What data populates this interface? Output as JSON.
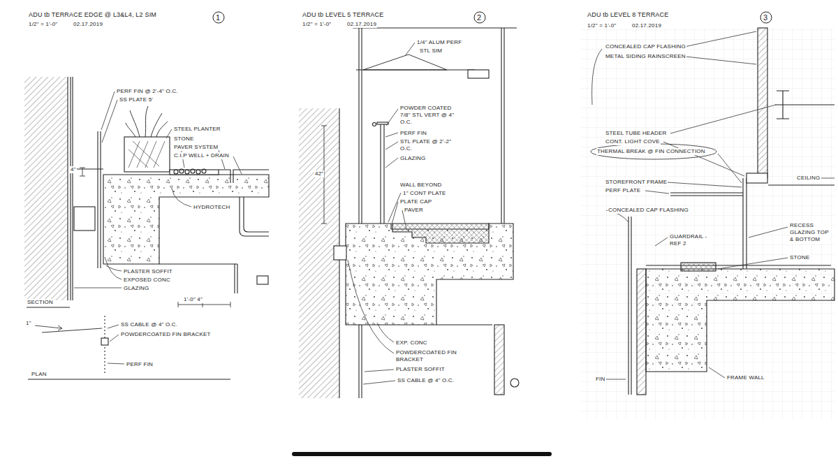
{
  "diagram": {
    "labels": [
      "ADU tb TERRACE EDGE @ L3&L4, L2 SIM",
      "1/2\" = 1'-0\"",
      "02.17.2019",
      "1",
      "PERF FIN @ 2'-4\" O.C.",
      "SS PLATE 5'",
      "STEEL PLANTER",
      "STONE",
      "PAVER SYSTEM",
      "C.I.P WELL + DRAIN",
      "4\"",
      "HYDROTECH",
      "PLASTER SOFFIT",
      "EXPOSED CONC",
      "GLAZING",
      "SECTION",
      "1'-0\" 4\"",
      "SS CABLE @ 4\" O.C.",
      "POWDERCOATED FIN BRACKET",
      "PERF FIN",
      "1\"",
      "PLAN",
      "ADU tb LEVEL 5 TERRACE",
      "1/2\" = 1'-0\"",
      "02.17.2019",
      "2",
      "1/4\" ALUM PERF",
      "STL SIM",
      "POWDER COATED 7/8\" STL VERT @ 4\" O.C.",
      "PERF FIN",
      "STL PLATE @ 2'-2\" O.C.",
      "GLAZING",
      "42\"",
      "WALL BEYOND",
      "1\" CONT PLATE",
      "PLATE CAP",
      "PAVER",
      "EXP. CONC",
      "POWDERCOATED FIN BRACKET",
      "PLASTER SOFFIT",
      "SS CABLE @ 4\" O.C.",
      "ADU tb LEVEL 8 TERRACE",
      "1/2\" = 1'-0\"",
      "02.17.2019",
      "3",
      "CONCEALED CAP FLASHING",
      "METAL SIDING RAINSCREEN",
      "STEEL TUBE HEADER",
      "CONT. LIGHT COVE",
      "THERMAL BREAK @ FIN CONNECTION",
      "STOREFRONT FRAME",
      "PERF PLATE",
      "CEILING",
      "CONCEALED CAP FLASHING",
      "GUARDRAIL - REF 2",
      "RECESS GLAZING TOP & BOTTOM",
      "STONE",
      "FIN",
      "FRAME WALL"
    ]
  }
}
